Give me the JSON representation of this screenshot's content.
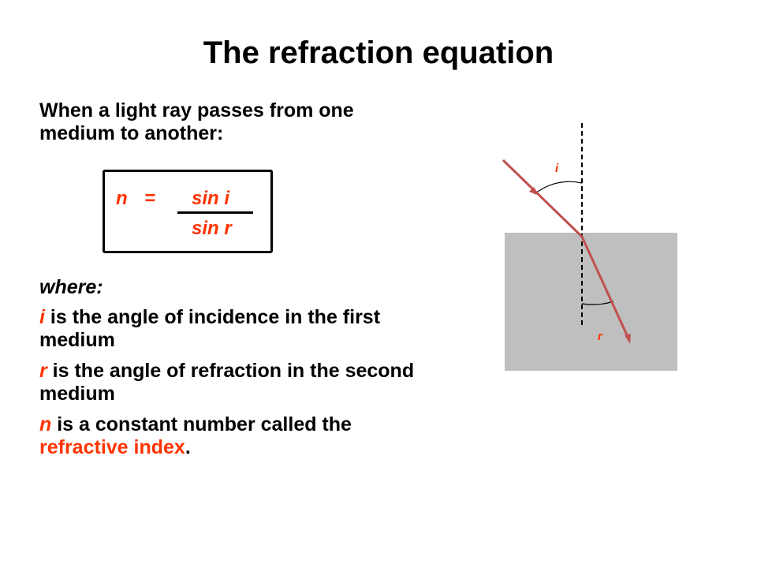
{
  "title": "The refraction equation",
  "intro": "When a light ray passes from one medium to another:",
  "equation": {
    "lhs": "n",
    "equals": "=",
    "numerator": "sin i",
    "denominator": "sin r"
  },
  "where_label": "where:",
  "definitions": [
    {
      "symbol": "i",
      "text": " is the angle of incidence in the first medium"
    },
    {
      "symbol": "r",
      "text": " is the angle of refraction in the second medium"
    },
    {
      "symbol": "n",
      "text": " is a constant number called the ",
      "keyword": "refractive index",
      "end": "."
    }
  ],
  "diagram": {
    "incident_label": "i",
    "refracted_label": "r",
    "colors": {
      "ray": "#c0504d",
      "medium": "#bfbfbf",
      "accent": "#ff3300"
    }
  }
}
